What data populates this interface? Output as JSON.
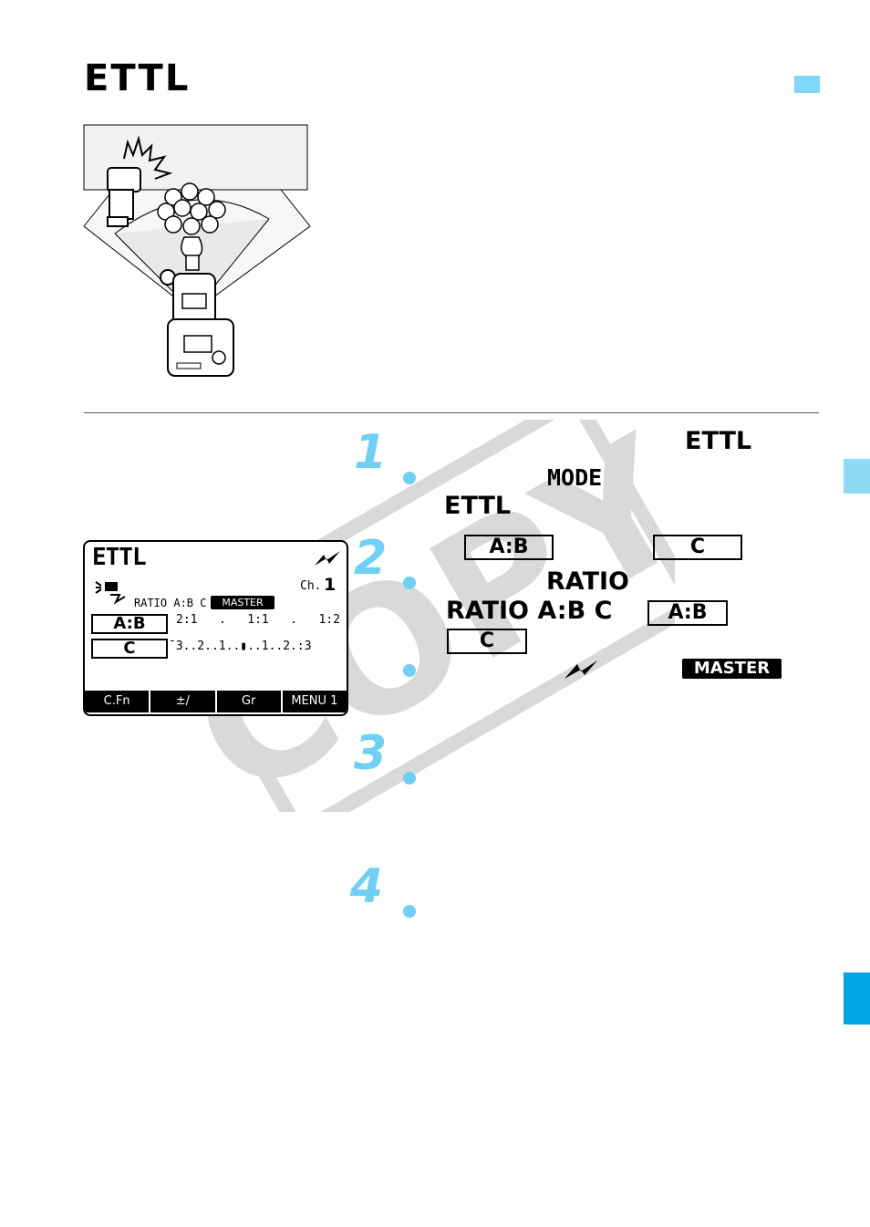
{
  "page": {
    "title": "ETTL",
    "colors": {
      "accent": "#6fcff5",
      "tab_light": "#8fdaf7",
      "tab_dark": "#00a5e6",
      "watermark": "#d9d9d9"
    }
  },
  "watermark": {
    "text": "COPY"
  },
  "steps": [
    {
      "number": "1",
      "heading": "ETTL",
      "mode_label": "MODE",
      "mode_value": "ETTL"
    },
    {
      "number": "2",
      "box_ab": "A:B",
      "box_c": "C",
      "ratio_label": "RATIO",
      "ratio_full": "RATIO A:B C",
      "box_ab2": "A:B",
      "box_c2": "C",
      "master_label": "MASTER",
      "icon": "wireless-flash-icon"
    },
    {
      "number": "3"
    },
    {
      "number": "4"
    }
  ],
  "lcd": {
    "mode": "ETTL",
    "channel_label": "Ch.",
    "channel_value": "1",
    "ratio_text": "RATIO A:B C",
    "master_badge": "MASTER",
    "ab_label": "A:B",
    "c_label": "C",
    "ratio_scale": "2:1   .   1:1   .   1:2",
    "c_scale": "¯3..2..1..▮..1..2.:3",
    "menu": [
      "C.Fn",
      "±/",
      "Gr",
      "MENU 1"
    ]
  }
}
